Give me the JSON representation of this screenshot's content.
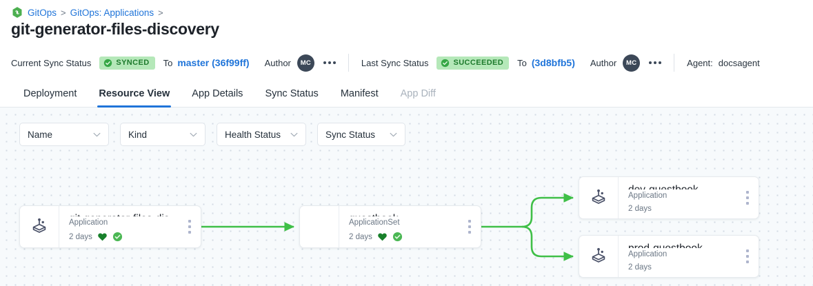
{
  "breadcrumb": {
    "logo_icon": "argo-hexagon-icon",
    "items": [
      {
        "label": "GitOps",
        "sep": ">"
      },
      {
        "label": "GitOps: Applications",
        "sep": ">"
      }
    ]
  },
  "header": {
    "title": "git-generator-files-discovery"
  },
  "status_bar": {
    "current": {
      "label": "Current Sync Status",
      "badge": "SYNCED",
      "badge_icon": "check-circle-icon",
      "to_label": "To",
      "revision": "master (36f99ff)",
      "author_label": "Author",
      "author_initials": "MC",
      "more_icon": "more-horizontal-icon"
    },
    "last": {
      "label": "Last Sync Status",
      "badge": "SUCCEEDED",
      "badge_icon": "check-circle-icon",
      "to_label": "To",
      "revision": "(3d8bfb5)",
      "author_label": "Author",
      "author_initials": "MC",
      "more_icon": "more-horizontal-icon"
    },
    "agent": {
      "label": "Agent:",
      "value": "docsagent"
    },
    "colors": {
      "badge_bg": "#b5e8b9",
      "badge_fg": "#1d7a2c",
      "link": "#1f74d9",
      "avatar_bg": "#3c4858"
    }
  },
  "tabs": {
    "items": [
      {
        "label": "Deployment",
        "active": false,
        "disabled": false
      },
      {
        "label": "Resource View",
        "active": true,
        "disabled": false
      },
      {
        "label": "App Details",
        "active": false,
        "disabled": false
      },
      {
        "label": "Sync Status",
        "active": false,
        "disabled": false
      },
      {
        "label": "Manifest",
        "active": false,
        "disabled": false
      },
      {
        "label": "App Diff",
        "active": false,
        "disabled": true
      }
    ],
    "active_underline_color": "#1f74d9"
  },
  "filters": {
    "chevron_icon": "chevron-down-icon",
    "items": [
      {
        "label": "Name"
      },
      {
        "label": "Kind"
      },
      {
        "label": "Health Status"
      },
      {
        "label": "Sync Status"
      }
    ]
  },
  "graph": {
    "edge_color": "#3fbf47",
    "nodes": [
      {
        "id": "root",
        "title": "git-generator-files-disco...",
        "kind": "Application",
        "age": "2 days",
        "icon": "argo-application-icon",
        "has_icon": true,
        "health_icon": "heart-icon",
        "sync_icon": "check-circle-icon",
        "show_status": true,
        "menu_icon": "more-vertical-icon"
      },
      {
        "id": "appset",
        "title": "guestbook",
        "kind": "ApplicationSet",
        "age": "2 days",
        "icon": "",
        "has_icon": false,
        "health_icon": "heart-icon",
        "sync_icon": "check-circle-icon",
        "show_status": true,
        "menu_icon": "more-vertical-icon"
      },
      {
        "id": "dev",
        "title": "dev-guestbook",
        "kind": "Application",
        "age": "2 days",
        "icon": "argo-application-icon",
        "has_icon": true,
        "show_status": false,
        "menu_icon": "more-vertical-icon"
      },
      {
        "id": "prod",
        "title": "prod-guestbook",
        "kind": "Application",
        "age": "2 days",
        "icon": "argo-application-icon",
        "has_icon": true,
        "show_status": false,
        "menu_icon": "more-vertical-icon"
      }
    ],
    "edges": [
      {
        "from": "root",
        "to": "appset"
      },
      {
        "from": "appset",
        "to": "dev"
      },
      {
        "from": "appset",
        "to": "prod"
      }
    ]
  }
}
